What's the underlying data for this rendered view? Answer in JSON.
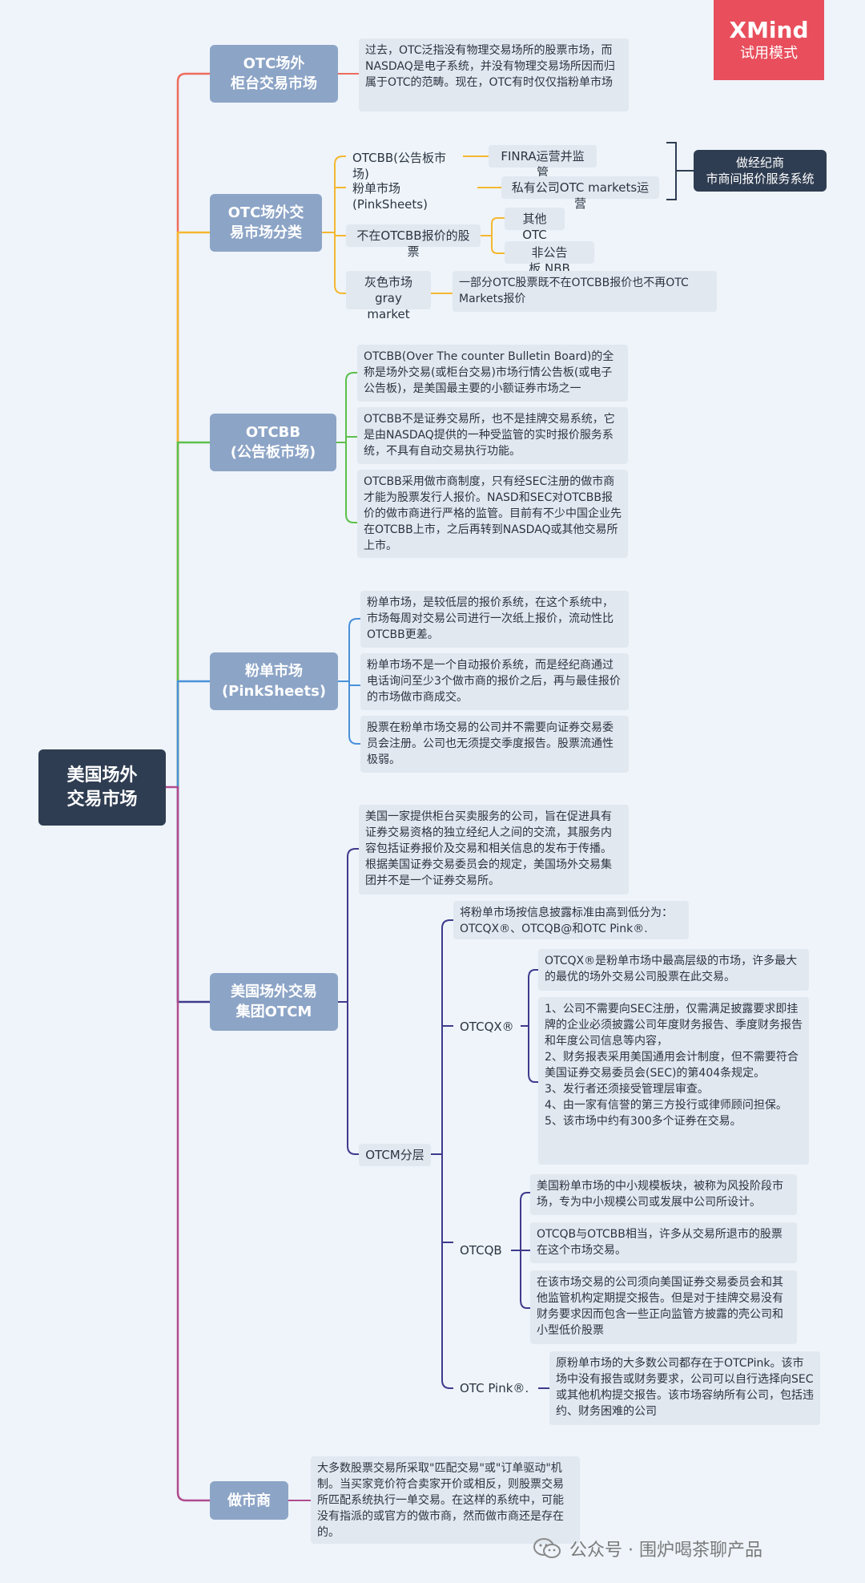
{
  "badge": {
    "brand": "XMind",
    "mode": "试用模式"
  },
  "root": {
    "label": "美国场外\n交易市场"
  },
  "b1": {
    "label": "OTC场外\n柜台交易市场",
    "desc": "过去，OTC泛指没有物理交易场所的股票市场，而NASDAQ是电子系统，并没有物理交易场所因而归属于OTC的范畴。现在，OTC有时仅仅指粉单市场"
  },
  "b2": {
    "label": "OTC场外交\n易市场分类",
    "otcbb": "OTCBB(公告板市场)",
    "otcbb_note": "FINRA运营并监管",
    "pink": "粉单市场(PinkSheets)",
    "pink_note": "私有公司OTC markets运营",
    "dealer_system": "做经纪商\n市商间报价服务系统",
    "not_quoted": "不在OTCBB报价的股票",
    "other_otc": "其他OTC",
    "nbb": "非公告板,NBB",
    "gray": "灰色市场\ngray market",
    "gray_desc": "一部分OTC股票既不在OTCBB报价也不再OTC Markets报价"
  },
  "b3": {
    "label": "OTCBB\n(公告板市场)",
    "d1": "OTCBB(Over The counter Bulletin Board)的全称是场外交易(或柜台交易)市场行情公告板(或电子公告板)，是美国最主要的小额证券市场之一",
    "d2": "OTCBB不是证券交易所，也不是挂牌交易系统，它是由NASDAQ提供的一种受监管的实时报价服务系统，不具有自动交易执行功能。",
    "d3": "OTCBB采用做市商制度，只有经SEC注册的做市商才能为股票发行人报价。NASD和SEC对OTCBB报价的做市商进行严格的监管。目前有不少中国企业先在OTCBB上市，之后再转到NASDAQ或其他交易所上市。"
  },
  "b4": {
    "label": "粉单市场\n(PinkSheets)",
    "d1": "粉单市场，是较低层的报价系统，在这个系统中，市场每周对交易公司进行一次纸上报价，流动性比OTCBB更差。",
    "d2": "粉单市场不是一个自动报价系统，而是经纪商通过电话询问至少3个做市商的报价之后，再与最佳报价的市场做市商成交。",
    "d3": "股票在粉单市场交易的公司并不需要向证券交易委员会注册。公司也无须提交季度报告。股票流通性极弱。"
  },
  "b5": {
    "label": "美国场外交易\n集团OTCM",
    "intro": "美国一家提供柜台买卖服务的公司，旨在促进具有证券交易资格的独立经纪人之间的交流，其服务内容包括证券报价及交易和相关信息的发布于传播。根据美国证券交易委员会的规定，美国场外交易集团并不是一个证券交易所。",
    "tier_label": "OTCM分层",
    "tier_intro": "将粉单市场按信息披露标准由高到低分为：\nOTCQX®、OTCQB@和OTC Pink®.",
    "qx_label": "OTCQX®",
    "qx_d1": "OTCQX®是粉单市场中最高层级的市场，许多最大的最优的场外交易公司股票在此交易。",
    "qx_d2": "1、公司不需要向SEC注册，仅需满足披露要求即挂牌的企业必须披露公司年度财务报告、季度财务报告和年度公司信息等内容，\n2、财务报表采用美国通用会计制度，但不需要符合美国证券交易委员会(SEC)的第404条规定。\n3、发行者还须接受管理层审查。\n4、由一家有信誉的第三方投行或律师顾问担保。\n5、该市场中约有300多个证券在交易。",
    "qb_label": "OTCQB",
    "qb_d1": "美国粉单市场的中小规模板块，被称为风投阶段市场，专为中小规模公司或发展中公司所设计。",
    "qb_d2": "OTCQB与OTCBB相当，许多从交易所退市的股票在这个市场交易。",
    "qb_d3": "在该市场交易的公司须向美国证券交易委员会和其他监管机构定期提交报告。但是对于挂牌交易没有财务要求因而包含一些正向监管方披露的壳公司和小型低价股票",
    "pink_label": "OTC Pink®.",
    "pink_d1": "原粉单市场的大多数公司都存在于OTCPink。该市场中没有报告或财务要求，公司可以自行选择向SEC或其他机构提交报告。该市场容纳所有公司，包括违约、财务困难的公司"
  },
  "b6": {
    "label": "做市商",
    "desc": "大多数股票交易所采取\"匹配交易\"或\"订单驱动\"机制。当买家竞价符合卖家开价或相反，则股票交易所匹配系统执行一单交易。在这样的系统中，可能没有指派的或官方的做市商，然而做市商还是存在的。"
  },
  "watermark": {
    "text": "公众号 · 围炉喝茶聊产品"
  },
  "colors": {
    "b1": "#ef6b5d",
    "b2": "#f5b731",
    "b3": "#5cc04b",
    "b4": "#4a90d9",
    "b5": "#3f3a8c",
    "b6": "#b24a8e"
  }
}
